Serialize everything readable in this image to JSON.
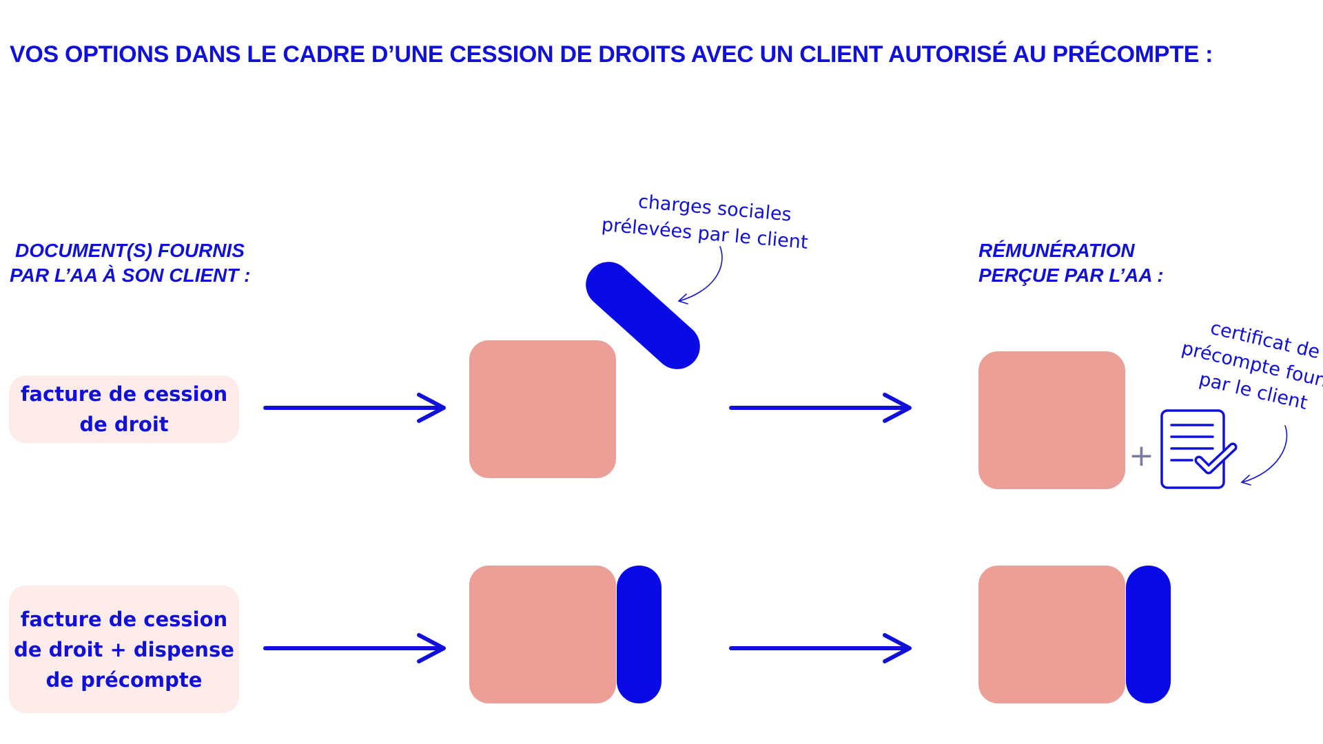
{
  "title": "VOS OPTIONS DANS LE CADRE D’UNE CESSION DE DROITS AVEC UN CLIENT AUTORISÉ AU PRÉCOMPTE :",
  "left_heading": {
    "line1": "DOCUMENT(S) FOURNIS",
    "line2": "PAR L’AA À SON CLIENT :"
  },
  "right_heading": {
    "line1": "RÉMUNÉRATION",
    "line2": "PERÇUE PAR L’AA :"
  },
  "rows": [
    {
      "doc_lines": [
        "facture de cession",
        "de droit"
      ]
    },
    {
      "doc_lines": [
        "facture de cession",
        "de droit + dispense",
        "de précompte"
      ]
    }
  ],
  "notes": {
    "charges": [
      "charges sociales",
      "prélevées par le client"
    ],
    "certificate": [
      "certificat de",
      "précompte fourni",
      "par le client"
    ],
    "plus": "+"
  },
  "colors": {
    "text_blue": "#1010d8",
    "bar_blue": "#0a0ae6",
    "pink_square": "#eb9f97",
    "doc_box_bg": "#fdecea"
  },
  "icons": [
    "arrow-right-icon",
    "curved-arrow-icon",
    "certificate-document-icon",
    "plus-icon"
  ]
}
